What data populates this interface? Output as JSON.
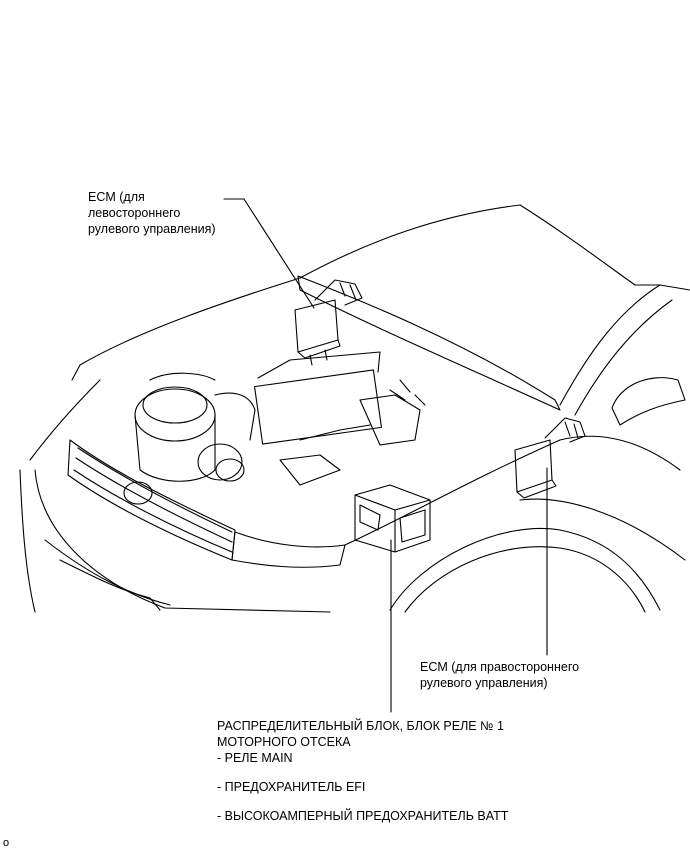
{
  "labels": {
    "ecm_left": [
      "ECM (для",
      "левостороннего",
      "рулевого управления)"
    ],
    "ecm_right": [
      "ECM (для правостороннего",
      "рулевого управления)"
    ],
    "relay_block": {
      "title": [
        "РАСПРЕДЕЛИТЕЛЬНЫЙ БЛОК, БЛОК РЕЛЕ № 1",
        "МОТОРНОГО ОТСЕКА"
      ],
      "items": [
        "- РЕЛЕ MAIN",
        "- ПРЕДОХРАНИТЕЛЬ EFI",
        "- ВЫСОКОАМПЕРНЫЙ ПРЕДОХРАНИТЕЛЬ BATT"
      ]
    }
  },
  "corner_mark": "o"
}
